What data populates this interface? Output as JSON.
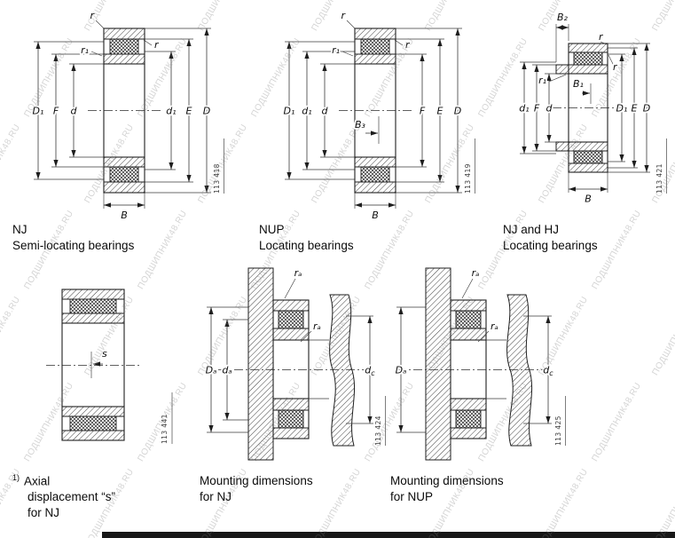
{
  "watermark": {
    "text": "ПОДШИПНИК48.RU"
  },
  "figures": [
    {
      "number": "113 418",
      "caption": [
        "NJ",
        "Semi-locating bearings"
      ],
      "labels": {
        "r_top": "r",
        "r1": "r₁",
        "r_side": "r",
        "D1": "D₁",
        "F": "F",
        "d": "d",
        "d1": "d₁",
        "E": "E",
        "D": "D",
        "B": "B"
      }
    },
    {
      "number": "113 419",
      "caption": [
        "NUP",
        "Locating bearings"
      ],
      "labels": {
        "r_top": "r",
        "r1": "r₁",
        "r_side": "r",
        "D1": "D₁",
        "d1": "d₁",
        "d": "d",
        "B3": "B₃",
        "F": "F",
        "E": "E",
        "D": "D",
        "B": "B"
      }
    },
    {
      "number": "113 421",
      "caption": [
        "NJ and HJ",
        "Locating bearings"
      ],
      "labels": {
        "B2": "B₂",
        "r_top": "r",
        "r1": "r₁",
        "B1": "B₁",
        "r_side": "r",
        "d1": "d₁",
        "F": "F",
        "d": "d",
        "D1": "D₁",
        "E": "E",
        "D": "D",
        "B": "B"
      }
    },
    {
      "number": "113 441",
      "footnote_marker": "1)",
      "caption": [
        "Axial",
        "displacement “s”",
        "for NJ"
      ],
      "labels": {
        "s": "s"
      }
    },
    {
      "number": "113 424",
      "caption": [
        "Mounting dimensions",
        "for NJ"
      ],
      "labels": {
        "ra_top": "rₐ",
        "ra_inner": "rₐ",
        "Da": "Dₐ",
        "da": "dₐ",
        "dc_base": "d",
        "dc_sub": "c"
      }
    },
    {
      "number": "113 425",
      "caption": [
        "Mounting dimensions",
        "for NUP"
      ],
      "labels": {
        "ra_top": "rₐ",
        "ra_inner": "rₐ",
        "Da": "Dₐ",
        "dc_base": "d",
        "dc_sub": "c"
      }
    }
  ]
}
